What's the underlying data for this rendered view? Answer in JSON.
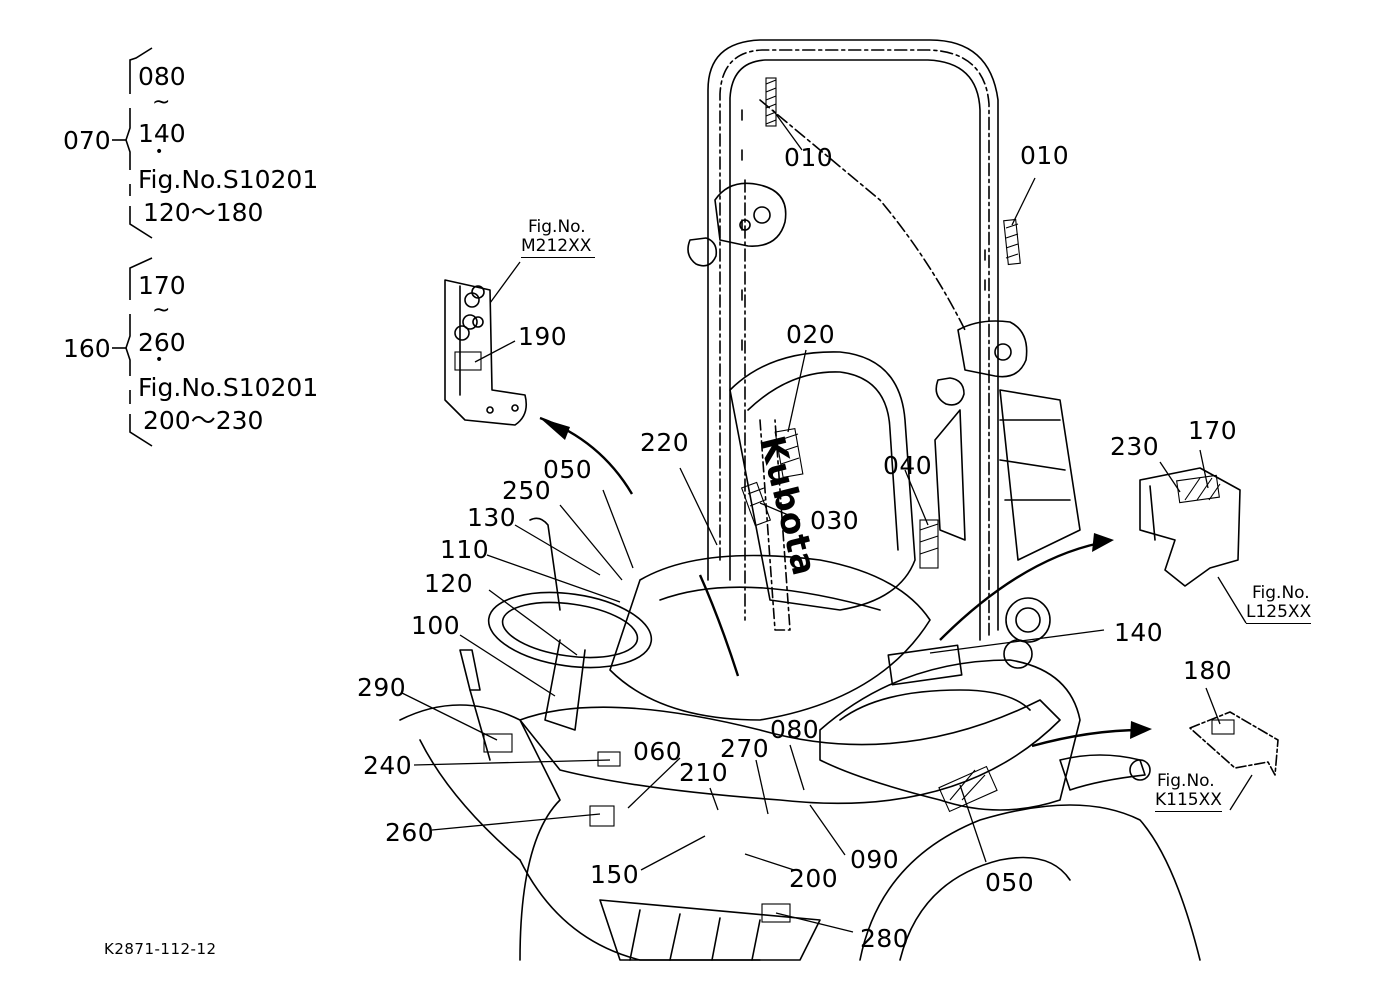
{
  "drawing_code": "K2871-112-12",
  "groups": [
    {
      "id": "070",
      "label": "070",
      "lines": [
        "080",
        "~",
        "140",
        "•",
        "Fig.No.S10201",
        "120～180"
      ]
    },
    {
      "id": "160",
      "label": "160",
      "lines": [
        "170",
        "~",
        "260",
        "•",
        "Fig.No.S10201",
        "200～230"
      ]
    }
  ],
  "fig_refs": [
    {
      "id": "m212",
      "caption": "Fig.No.",
      "number": "M212XX"
    },
    {
      "id": "l125",
      "caption": "Fig.No.",
      "number": "L125XX"
    },
    {
      "id": "k115",
      "caption": "Fig.No.",
      "number": "K115XX"
    }
  ],
  "callouts": [
    {
      "id": "c010a",
      "text": "010"
    },
    {
      "id": "c010b",
      "text": "010"
    },
    {
      "id": "c020",
      "text": "020"
    },
    {
      "id": "c030",
      "text": "030"
    },
    {
      "id": "c040",
      "text": "040"
    },
    {
      "id": "c050a",
      "text": "050"
    },
    {
      "id": "c050b",
      "text": "050"
    },
    {
      "id": "c060",
      "text": "060"
    },
    {
      "id": "c080",
      "text": "080"
    },
    {
      "id": "c090",
      "text": "090"
    },
    {
      "id": "c100",
      "text": "100"
    },
    {
      "id": "c110",
      "text": "110"
    },
    {
      "id": "c120",
      "text": "120"
    },
    {
      "id": "c130",
      "text": "130"
    },
    {
      "id": "c140",
      "text": "140"
    },
    {
      "id": "c150",
      "text": "150"
    },
    {
      "id": "c170",
      "text": "170"
    },
    {
      "id": "c180",
      "text": "180"
    },
    {
      "id": "c190",
      "text": "190"
    },
    {
      "id": "c200",
      "text": "200"
    },
    {
      "id": "c210",
      "text": "210"
    },
    {
      "id": "c220",
      "text": "220"
    },
    {
      "id": "c230",
      "text": "230"
    },
    {
      "id": "c240",
      "text": "240"
    },
    {
      "id": "c250",
      "text": "250"
    },
    {
      "id": "c260",
      "text": "260"
    },
    {
      "id": "c270",
      "text": "270"
    },
    {
      "id": "c280",
      "text": "280"
    },
    {
      "id": "c290",
      "text": "290"
    }
  ],
  "seat_brand": "Kubota"
}
